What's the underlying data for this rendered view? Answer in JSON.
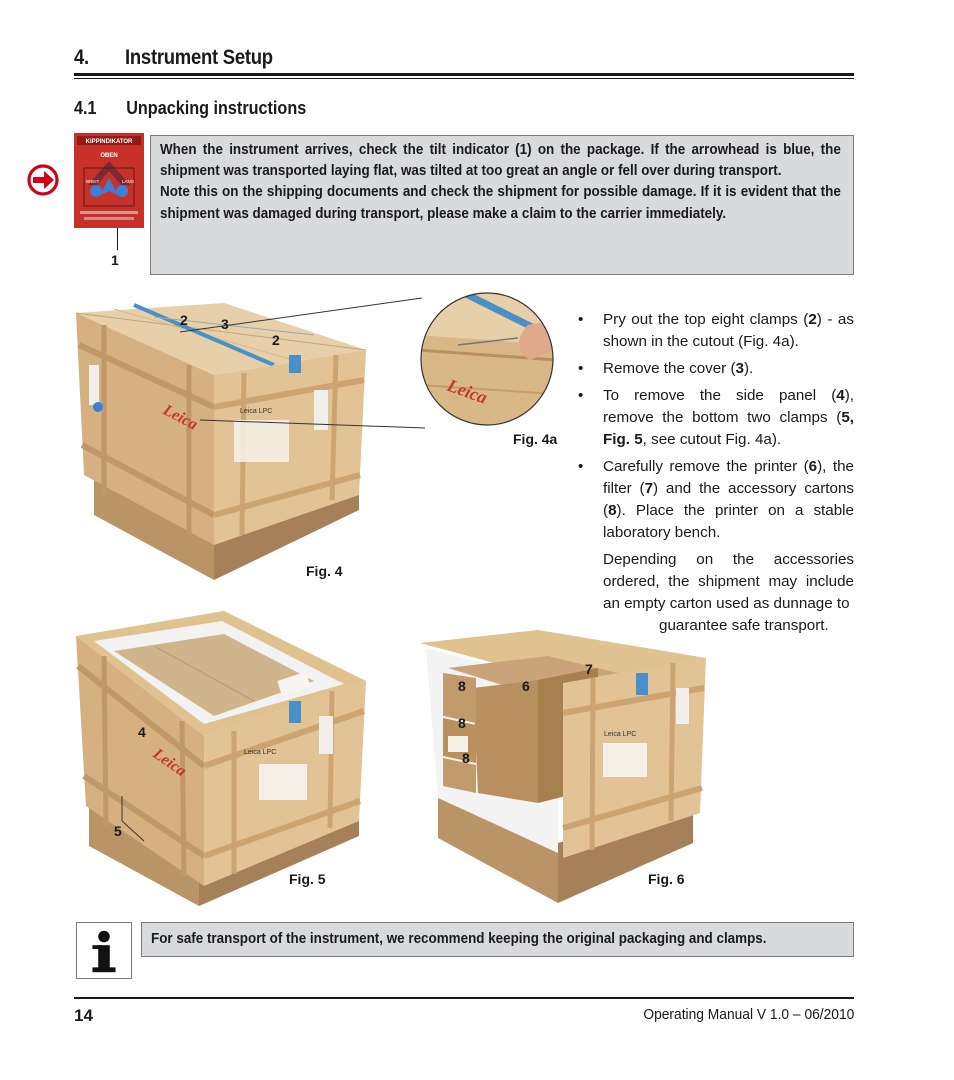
{
  "chapter": {
    "number": "4.",
    "title": "Instrument Setup"
  },
  "section": {
    "number": "4.1",
    "title": "Unpacking instructions"
  },
  "warning": {
    "paragraph1": "When the instrument arrives, check the tilt indicator (1) on the package. If the arrowhead is blue, the shipment was transported laying flat, was tilted at too great an angle or fell over during transport.",
    "paragraph2": "Note this on the shipping documents and check the shipment for possible damage. If it is evident that the shipment was damaged during transport, please make a claim to the carrier immediately.",
    "indicator_callout": "1"
  },
  "tilt_indicator": {
    "top_text": "KIPPINDIKATOR",
    "mid_text": "OBEN",
    "left_text": "BREIT",
    "right_text": "LANG"
  },
  "figures": {
    "fig4": {
      "label": "Fig. 4",
      "callouts": [
        "2",
        "3",
        "2"
      ],
      "brand": "Leica",
      "panel_text": "Leica LPC"
    },
    "fig4a": {
      "label": "Fig. 4a",
      "brand": "Leica"
    },
    "fig5": {
      "label": "Fig. 5",
      "callouts": [
        "4",
        "5"
      ],
      "brand": "Leica",
      "panel_text": "Leica LPC"
    },
    "fig6": {
      "label": "Fig. 6",
      "callouts": [
        "7",
        "8",
        "6",
        "8",
        "8"
      ],
      "panel_text": "Leica LPC"
    }
  },
  "steps": [
    {
      "pre": "Pry out the top eight clamps (",
      "b1": "2",
      "mid": ") - as shown in the cutout (Fig. 4a).",
      "b2": "",
      "post": ""
    },
    {
      "pre": "Remove the cover (",
      "b1": "3",
      "mid": ").",
      "b2": "",
      "post": ""
    },
    {
      "pre": "To remove the side panel (",
      "b1": "4",
      "mid": "), remove the bottom two clamps (",
      "b2": "5, Fig. 5",
      "post": ", see cutout Fig. 4a)."
    },
    {
      "pre": "Carefully remove the printer (",
      "b1": "6",
      "mid": "), the filter (",
      "b2": "7",
      "post": ") and the accessory cartons (",
      "b3": "8",
      "post2": "). Place the printer on a stable laboratory bench."
    }
  ],
  "steps_note": {
    "line1": "Depending on the accessories ordered, the shipment may include an empty carton used as dunnage to",
    "line2": "guarantee safe transport."
  },
  "info": {
    "text": "For safe transport of the instrument, we recommend keeping the original packaging and clamps."
  },
  "footer": {
    "page": "14",
    "manual": "Operating Manual V 1.0 – 06/2010"
  },
  "colors": {
    "text": "#1a1a1a",
    "box_gray": "#d9dadc",
    "warn_red": "#d0021b",
    "tilt_red": "#c8302a",
    "wood": "#d9b98a",
    "strap_blue": "#4a90c8"
  }
}
